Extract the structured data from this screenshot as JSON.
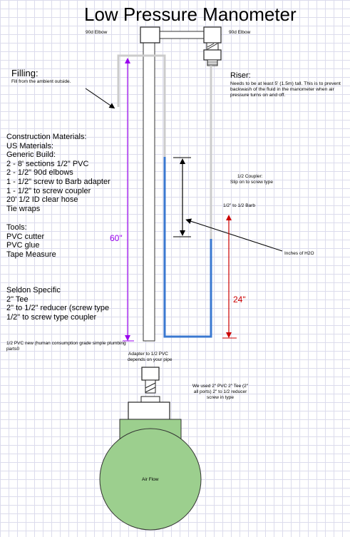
{
  "title": "Low Pressure Manometer",
  "labels": {
    "elbow_left": "90d Elbow",
    "elbow_right": "90d Elbow",
    "filling_heading": "Filling:",
    "filling_note": "Fill from the ambient outside.",
    "riser_heading": "Riser:",
    "riser_note": "Needs to be at least 5' (1.5m) tall. This is to prevent backwash of the fluid in the manometer when air pressure turns on and off.",
    "coupler_note_1": "1/2 Coupler:",
    "coupler_note_2": "Slip on to screw type",
    "barb_note": "1/2\" to 1/2 Barb",
    "inches_h2o": "Inches of H2O",
    "pvc_note": "1/2 PVC new (human consumption grade simple plumbing parts0",
    "adapter_note_1": "Adapter to 1/2 PVC",
    "adapter_note_2": "depends on your pipe",
    "used_note": "We used 2\" PVC 2\" Tee (2\" all ports) 2\" to 1/2 reducer screw in type",
    "air_flow": "Air Flow"
  },
  "measurements": {
    "height_60": "60\"",
    "height_24": "24\""
  },
  "materials": [
    "Construction Materials:",
    "US Materials:",
    "Generic Build:",
    "2 - 8' sections 1/2\" PVC",
    "2 - 1/2\" 90d elbows",
    "1 - 1/2\" screw to Barb adapter",
    "1 - 1/2\" to screw coupler",
    "20' 1/2 ID clear hose",
    "Tie wraps"
  ],
  "tools": [
    "Tools:",
    "PVC cutter",
    "PVC glue",
    "Tape Measure"
  ],
  "seldon": [
    "Seldon Specific",
    "2\" Tee",
    "2\" to 1/2\" reducer (screw type",
    "1/2\" to screw type coupler"
  ],
  "colors": {
    "purple": "#9900ee",
    "red": "#cc0000",
    "water_blue": "#3a78d0",
    "tube_gray": "#cccccc",
    "tank_green": "#9ccf8e"
  }
}
